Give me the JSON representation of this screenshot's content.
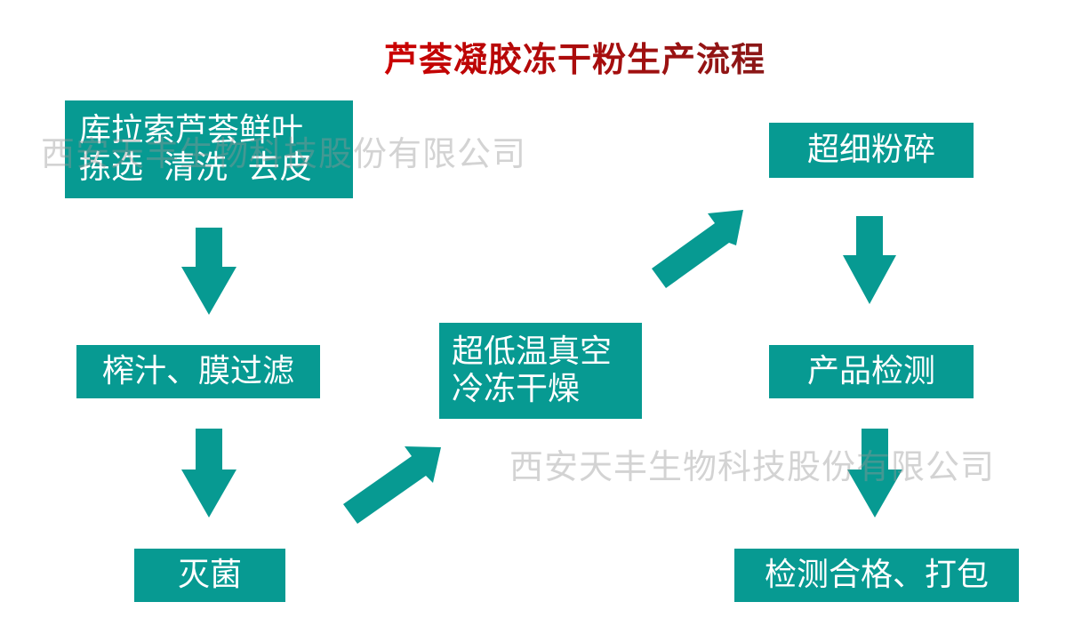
{
  "title": "芦荟凝胶冻干粉生产流程",
  "colors": {
    "title_start": "#cc0000",
    "title_end": "#8a1818",
    "box": "#079a92",
    "arrow": "#079a92",
    "box_text": "#ffffff",
    "watermark": "rgba(150,150,150,0.42)"
  },
  "steps": {
    "harvest": {
      "line1": "库拉索芦荟鲜叶",
      "line2": "拣选  清洗  去皮"
    },
    "juice": {
      "label": "榨汁、膜过滤"
    },
    "sterilize": {
      "label": "灭菌"
    },
    "freeze_dry": {
      "line1": "超低温真空",
      "line2": "冷冻干燥"
    },
    "grind": {
      "label": "超细粉碎"
    },
    "inspect": {
      "label": "产品检测"
    },
    "pack": {
      "label": "检测合格、打包"
    }
  },
  "watermarks": [
    "西安天丰生物科技股份有限公司",
    "西安天丰生物科技股份有限公司"
  ]
}
